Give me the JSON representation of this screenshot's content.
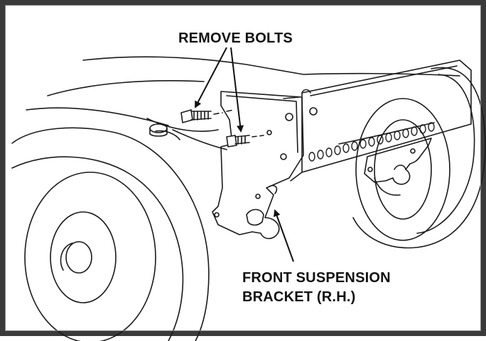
{
  "diagram": {
    "callouts": {
      "remove_bolts": "REMOVE BOLTS",
      "bracket_line1": "FRONT SUSPENSION",
      "bracket_line2": "BRACKET (R.H.)"
    }
  }
}
